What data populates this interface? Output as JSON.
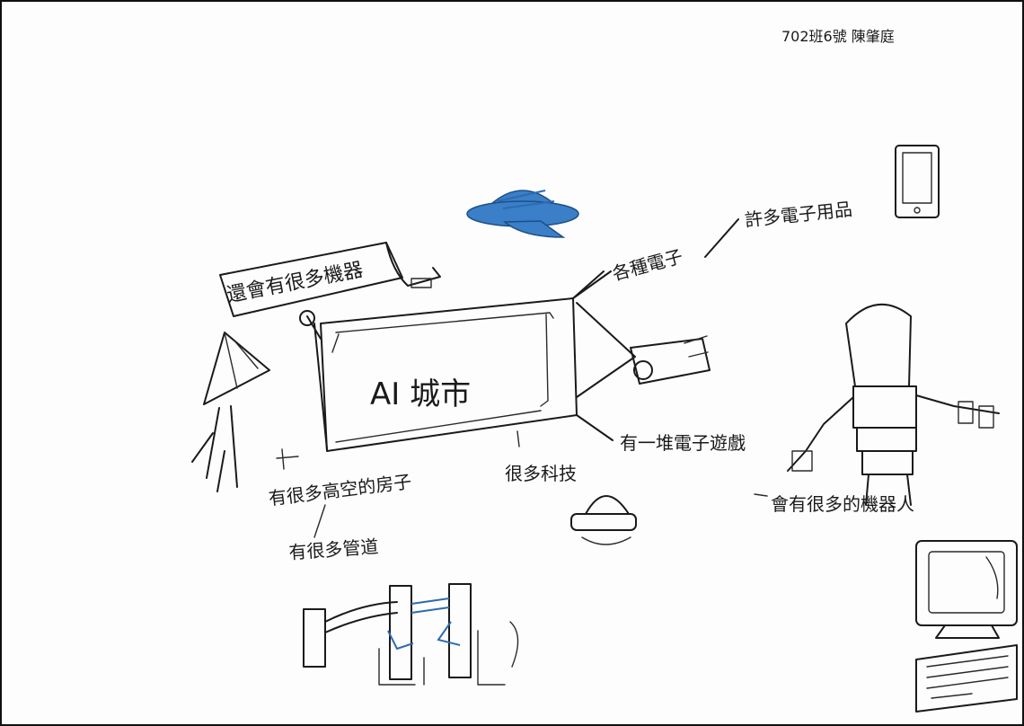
{
  "drawing": {
    "signature": "702班6號 陳肇庭",
    "center_title": "AI 城市",
    "label_machines": "還會有很多機器",
    "label_electronics": "各種電子",
    "label_apps": "許多電子用品",
    "label_tech": "很多科技",
    "label_games": "有一堆電子遊戲",
    "label_buildings": "有很多高空的房子",
    "label_pipes": "有很多管道",
    "label_robots": "會有很多的機器人",
    "accent_ink": "#1a1a1a",
    "accent_blue": "#3a7fc8"
  }
}
